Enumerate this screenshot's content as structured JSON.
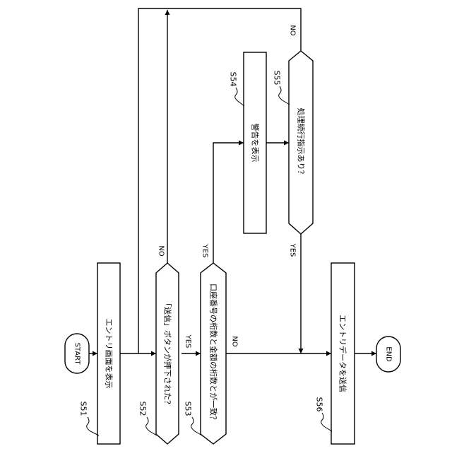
{
  "terminals": {
    "start": "START",
    "end": "END"
  },
  "steps": {
    "s51": {
      "id": "S51",
      "text": "エントリ画面を表示"
    },
    "s52": {
      "id": "S52",
      "text": "「送信」ボタンが押下された？"
    },
    "s53": {
      "id": "S53",
      "text": "口座番号の桁数と金額の桁数とが一致？"
    },
    "s54": {
      "id": "S54",
      "text": "警告を表示"
    },
    "s55": {
      "id": "S55",
      "text": "処理続行指示あり？"
    },
    "s56": {
      "id": "S56",
      "text": "エントリデータを送信"
    }
  },
  "branches": {
    "s52_yes": "YES",
    "s52_no": "NO",
    "s53_yes": "YES",
    "s53_no": "NO",
    "s55_yes": "YES",
    "s55_no": "NO"
  }
}
